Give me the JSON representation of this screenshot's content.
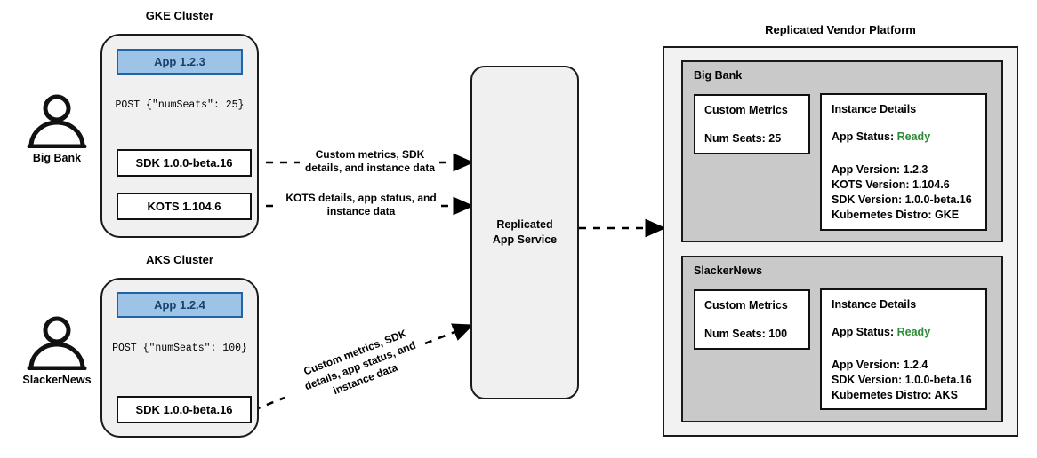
{
  "clusters": [
    {
      "title": "GKE Cluster",
      "user": "Big Bank",
      "user_icon": "person-icon",
      "app_label": "App 1.2.3",
      "post_label": "POST {\"numSeats\": 25}",
      "components": [
        {
          "label": "SDK 1.0.0-beta.16"
        },
        {
          "label": "KOTS 1.104.6"
        }
      ]
    },
    {
      "title": "AKS Cluster",
      "user": "SlackerNews",
      "user_icon": "person-icon",
      "app_label": "App 1.2.4",
      "post_label": "POST {\"numSeats\": 100}",
      "components": [
        {
          "label": "SDK 1.0.0-beta.16"
        }
      ]
    }
  ],
  "edge_labels": {
    "sdk_to_service": "Custom metrics, SDK details, and instance data",
    "sdk_to_service_l1": "Custom metrics, SDK",
    "sdk_to_service_l2": "details, and instance data",
    "kots_to_service_l1": "KOTS details, app status, and",
    "kots_to_service_l2": "instance data",
    "aks_to_service_l1": "Custom metrics, SDK",
    "aks_to_service_l2": "details, app status, and",
    "aks_to_service_l3": "instance data"
  },
  "service": {
    "line1": "Replicated",
    "line2": "App Service"
  },
  "platform": {
    "title": "Replicated Vendor Platform",
    "tenants": [
      {
        "name": "Big Bank",
        "custom_metrics": {
          "heading": "Custom Metrics",
          "line": "Num Seats: 25"
        },
        "instance_details": {
          "heading": "Instance Details",
          "status_label": "App Status:",
          "status_value": "Ready",
          "lines": [
            "App Version: 1.2.3",
            "KOTS Version: 1.104.6",
            "SDK Version: 1.0.0-beta.16",
            "Kubernetes Distro: GKE"
          ]
        }
      },
      {
        "name": "SlackerNews",
        "custom_metrics": {
          "heading": "Custom Metrics",
          "line": "Num Seats: 100"
        },
        "instance_details": {
          "heading": "Instance Details",
          "status_label": "App Status:",
          "status_value": "Ready",
          "lines": [
            "App Version: 1.2.4",
            "SDK Version: 1.0.0-beta.16",
            "Kubernetes Distro: AKS"
          ]
        }
      }
    ]
  },
  "colors": {
    "app_fill": "#9dc3e6",
    "app_border": "#1f63a8",
    "app_text": "#17406b",
    "cluster_fill": "#f0f0f0",
    "tenant_fill": "#c9c9c9",
    "platform_fill": "#f2f2f2",
    "status_ready": "#2e8b36",
    "stroke": "#1a1a1a"
  }
}
